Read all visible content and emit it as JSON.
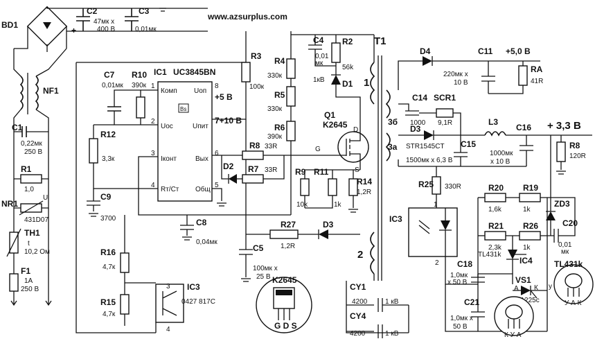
{
  "url": "www.azsurplus.com",
  "bd1": "BD1",
  "nf1": "NF1",
  "t1": "T1",
  "c2": {
    "name": "C2",
    "val": "47мк x",
    "v": "400 В"
  },
  "c3": {
    "name": "C3",
    "val": "0,01мк"
  },
  "c1": {
    "name": "C1",
    "val": "0,22мк",
    "v": "250 В"
  },
  "r1": {
    "name": "R1",
    "val": "1,0"
  },
  "nr1": {
    "name": "NR1",
    "u": "U",
    "val": "431D07"
  },
  "th1": {
    "name": "TH1",
    "t": "t",
    "val": "10,2 Ом"
  },
  "f1": {
    "name": "F1",
    "val": "1A",
    "v": "250 В"
  },
  "ic1": {
    "name": "IC1",
    "type": "UC3845BN",
    "komp": "Комп",
    "uon": "Uоп",
    "uos": "Uос",
    "upit": "Uпит",
    "ikont": "Iконт",
    "vyh": "Вых",
    "rtct": "Rт/Ст",
    "obsch": "Общ",
    "p1": "1",
    "p2": "2",
    "p3": "3",
    "p4": "4",
    "p5": "5",
    "p6": "6",
    "p7": "7+10 В",
    "p8": "8",
    "p8v": "+5 В"
  },
  "c7": {
    "name": "C7",
    "val": "0,01мк"
  },
  "r10": {
    "name": "R10",
    "val": "390к"
  },
  "r12": {
    "name": "R12",
    "val": "3,3к"
  },
  "c9": {
    "name": "C9",
    "val": "3700"
  },
  "c8": {
    "name": "C8",
    "val": "0,04мк"
  },
  "r16": {
    "name": "R16",
    "val": "4,7к"
  },
  "r15": {
    "name": "R15",
    "val": "4,7к"
  },
  "ic3a": {
    "name": "IC3",
    "pin3": "3",
    "pin4": "4",
    "part": "0427 817C"
  },
  "r3": {
    "name": "R3",
    "val": "100к"
  },
  "c5": {
    "name": "C5",
    "val": "100мк x",
    "v": "25 В"
  },
  "r4": {
    "name": "R4",
    "val": "330к"
  },
  "r5": {
    "name": "R5",
    "val": "330к"
  },
  "r6": {
    "name": "R6",
    "val": "390к"
  },
  "c4": {
    "name": "C4",
    "val": "0,01",
    "unit": "мк",
    "v": "1кВ"
  },
  "r2": {
    "name": "R2",
    "val": "56k"
  },
  "d1": "D1",
  "d2": "D2",
  "d3a": "D3",
  "q1": {
    "name": "Q1",
    "part": "K2645",
    "d": "D",
    "g": "G",
    "s": "S"
  },
  "r8": {
    "name": "R8",
    "val": "33R"
  },
  "r7": {
    "name": "R7",
    "val": "33R"
  },
  "r9": {
    "name": "R9",
    "val": "10k"
  },
  "r11": {
    "name": "R11",
    "val": "1k"
  },
  "r14": {
    "name": "R14",
    "val": "1,2R"
  },
  "r27": {
    "name": "R27",
    "val": "1,2R"
  },
  "pkg": {
    "name": "K2645",
    "pins": "G D S"
  },
  "tw1": "1",
  "tw2": "2",
  "tw3b": "3б",
  "tw3a": "3а",
  "cy1": {
    "name": "CY1",
    "val": "4200",
    "v": "1 кВ"
  },
  "cy4": {
    "name": "CY4",
    "val": "4200",
    "v": "1 кВ"
  },
  "d4": "D4",
  "c11": {
    "name": "C11",
    "val": "220мк x",
    "v": "10 В"
  },
  "out5": "+5,0 В",
  "ra": {
    "name": "RA",
    "val": "41R"
  },
  "c14": {
    "name": "C14",
    "val": "1000"
  },
  "scr1": {
    "name": "SCR1",
    "val": "9,1R"
  },
  "d3b": {
    "name": "D3",
    "part": "STR1545CT",
    "c15": "C15",
    "val": "1500мк x 6,3 В"
  },
  "l3": "L3",
  "c16": {
    "name": "C16",
    "val": "1000мк",
    "v": "x 10 В"
  },
  "out33": "+ 3,3 В",
  "r8b": {
    "name": "R8",
    "val": "120R"
  },
  "r25": {
    "name": "R25",
    "val": "330R"
  },
  "r20": {
    "name": "R20",
    "val": "1,6k"
  },
  "r19": {
    "name": "R19",
    "val": "1k"
  },
  "zd3": "ZD3",
  "r21": {
    "name": "R21",
    "val": "2,3k"
  },
  "r26": {
    "name": "R26",
    "val": "1k"
  },
  "c20": {
    "name": "C20",
    "val": "0,01",
    "unit": "мк"
  },
  "ic3b": {
    "name": "IC3",
    "pin1": "1",
    "pin2": "2"
  },
  "ic4": {
    "name": "IC4",
    "part": "TL431k"
  },
  "c18": {
    "name": "C18",
    "val": "1,0мк",
    "v": "x 50 В"
  },
  "vs1": {
    "name": "VS1",
    "part": "HXL1225c",
    "a": "А",
    "k": "К",
    "y": "у"
  },
  "c21": {
    "name": "C21",
    "val": "1,0мк x",
    "v": "50 В"
  },
  "tl431pkg": {
    "name": "TL431k",
    "pins": "У А К"
  },
  "hxlpkg": {
    "pins": "К У А"
  }
}
